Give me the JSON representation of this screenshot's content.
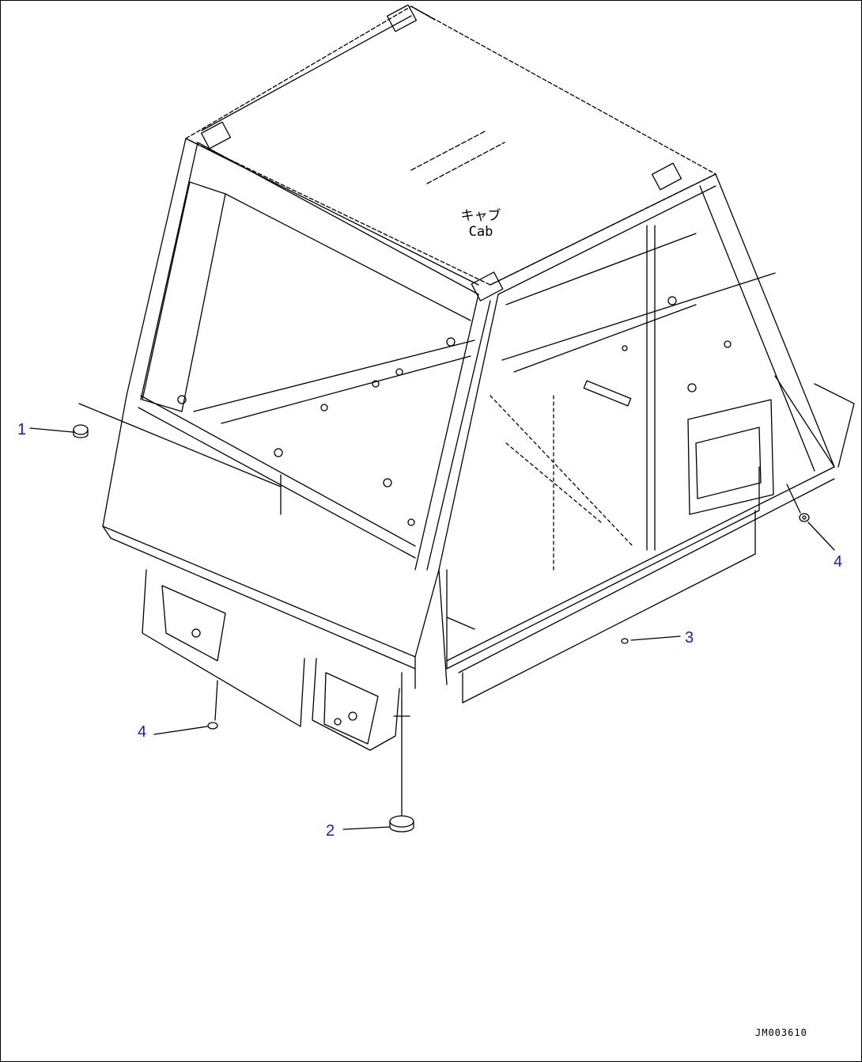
{
  "cab_label": {
    "ja": "キャブ",
    "en": "Cab"
  },
  "callouts": [
    {
      "id": "callout-1",
      "text": "1"
    },
    {
      "id": "callout-2",
      "text": "2"
    },
    {
      "id": "callout-3",
      "text": "3"
    },
    {
      "id": "callout-4-left",
      "text": "4"
    },
    {
      "id": "callout-4-right",
      "text": "4"
    }
  ],
  "drawing_number": "JM003610",
  "colors": {
    "line": "#000000",
    "callout": "#1a1acc"
  }
}
